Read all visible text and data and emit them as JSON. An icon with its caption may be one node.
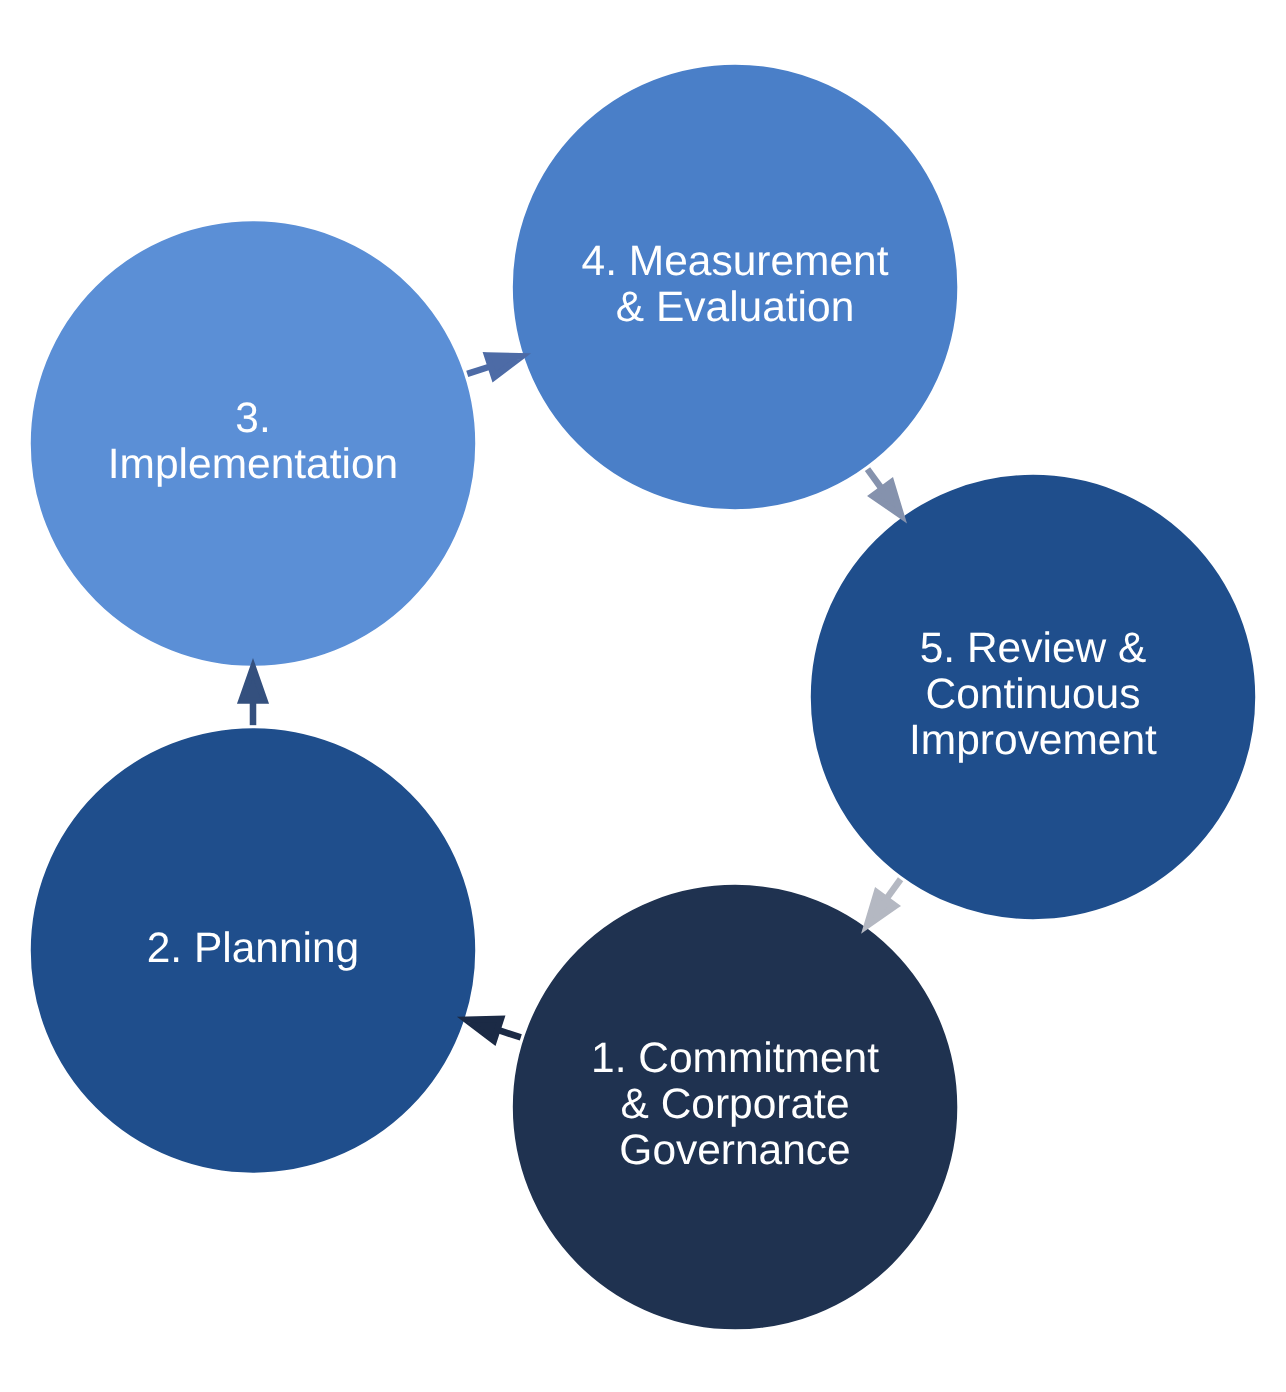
{
  "diagram": {
    "nodes": [
      {
        "text": [
          "1. Commitment & Corporate Governance"
        ]
      },
      {
        "text": [
          "2. Planning"
        ]
      },
      {
        "text": [
          "3. Implementation"
        ]
      },
      {
        "text": [
          "4. Measurement & Evaluation"
        ]
      },
      {
        "text": [
          "5. Review & Continuous Improvement"
        ]
      }
    ],
    "edges": [
      {
        "from": 0,
        "to": 1,
        "arrow": "to",
        "color": "#1b2a45"
      },
      {
        "from": 1,
        "to": 2,
        "arrow": "to",
        "color": "#34507e"
      },
      {
        "from": 2,
        "to": 3,
        "arrow": "to",
        "color": "#4d6ba6"
      },
      {
        "from": 3,
        "to": 4,
        "arrow": "to",
        "color": "#8592ad"
      },
      {
        "from": 4,
        "to": 0,
        "arrow": "to",
        "color": "#b4b8c2"
      }
    ]
  }
}
